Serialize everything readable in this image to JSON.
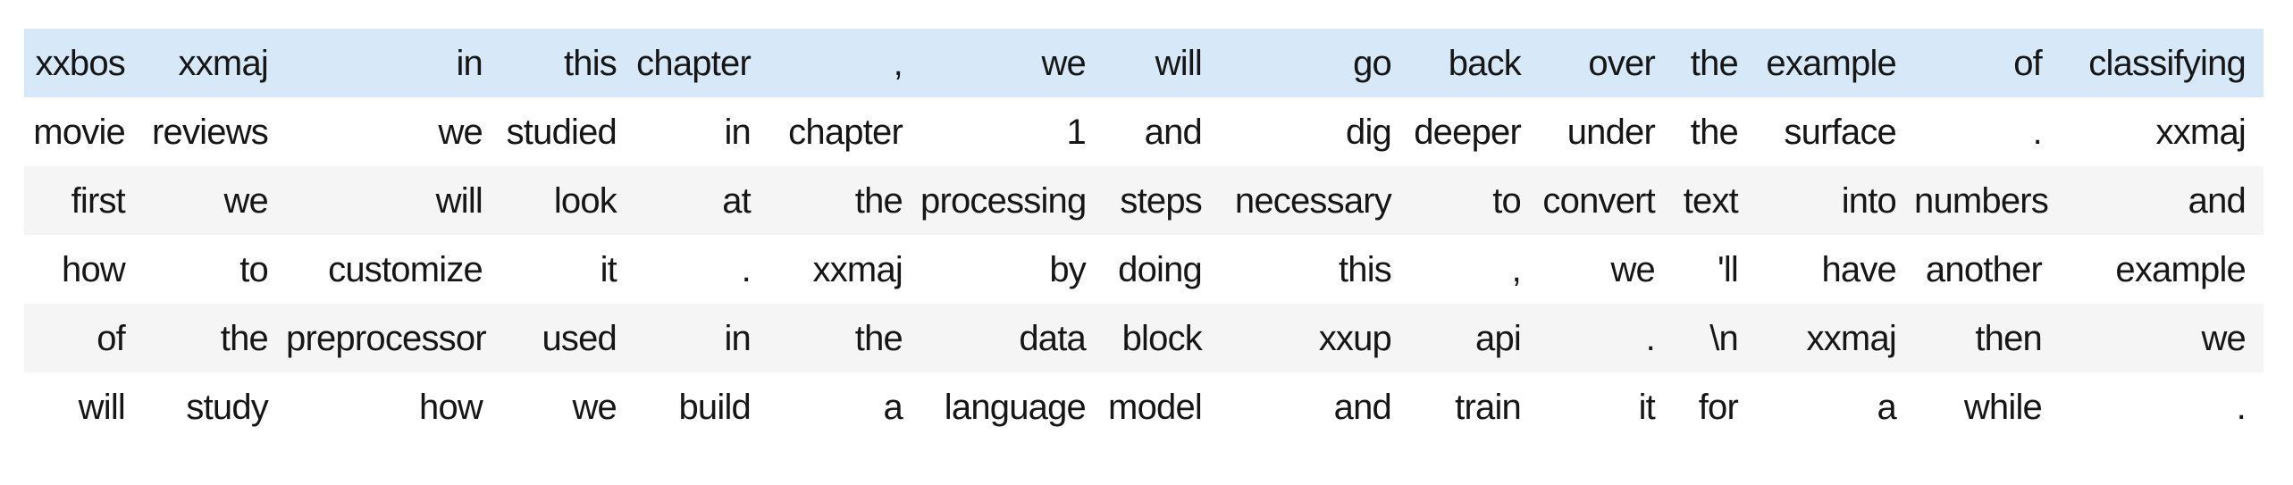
{
  "output": {
    "kind": "tokenized-text-table",
    "colors": {
      "highlight_row_bg": "#d7e9f8",
      "stripe_row_bg": "#f5f5f5",
      "plain_row_bg": "#ffffff",
      "text": "#161616"
    },
    "table": {
      "rows": [
        {
          "highlight": true,
          "cells": [
            "xxbos",
            "xxmaj",
            "in",
            "this",
            "chapter",
            ",",
            "we",
            "will",
            "go",
            "back",
            "over",
            "the",
            "example",
            "of",
            "classifying"
          ]
        },
        {
          "highlight": false,
          "cells": [
            "movie",
            "reviews",
            "we",
            "studied",
            "in",
            "chapter",
            "1",
            "and",
            "dig",
            "deeper",
            "under",
            "the",
            "surface",
            ".",
            "xxmaj"
          ]
        },
        {
          "highlight": false,
          "cells": [
            "first",
            "we",
            "will",
            "look",
            "at",
            "the",
            "processing",
            "steps",
            "necessary",
            "to",
            "convert",
            "text",
            "into",
            "numbers",
            "and"
          ]
        },
        {
          "highlight": false,
          "cells": [
            "how",
            "to",
            "customize",
            "it",
            ".",
            "xxmaj",
            "by",
            "doing",
            "this",
            ",",
            "we",
            "'ll",
            "have",
            "another",
            "example"
          ]
        },
        {
          "highlight": false,
          "cells": [
            "of",
            "the",
            "preprocessor",
            "used",
            "in",
            "the",
            "data",
            "block",
            "xxup",
            "api",
            ".",
            "\\n",
            "xxmaj",
            "then",
            "we"
          ]
        },
        {
          "highlight": false,
          "cells": [
            "will",
            "study",
            "how",
            "we",
            "build",
            "a",
            "language",
            "model",
            "and",
            "train",
            "it",
            "for",
            "a",
            "while",
            "."
          ]
        }
      ]
    }
  }
}
